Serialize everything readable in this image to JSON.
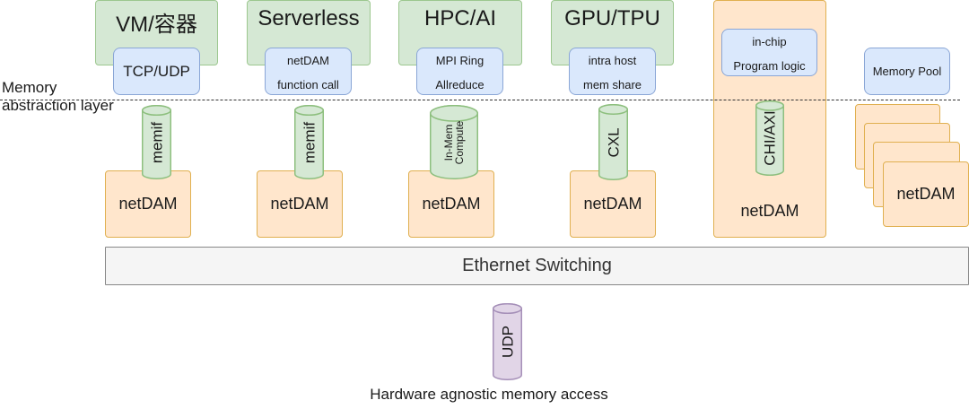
{
  "side_label": "Memory\nabstraction layer",
  "side_label_lines": [
    "Memory",
    "abstraction layer"
  ],
  "colors": {
    "app_fill": "#d5e8d4",
    "interface_fill": "#dae8fc",
    "netdam_fill": "#ffe6cc",
    "cylinder_fill": "#d5e8d4",
    "udp_fill": "#e1d5e7",
    "ethernet_fill": "#f5f5f5"
  },
  "columns": [
    {
      "app": "VM/容器",
      "interface_lines": [
        "TCP/UDP"
      ],
      "memory_interface_lines": [
        "memif"
      ],
      "node": "netDAM"
    },
    {
      "app": "Serverless",
      "interface_lines": [
        "netDAM",
        "function call"
      ],
      "memory_interface_lines": [
        "memif"
      ],
      "node": "netDAM"
    },
    {
      "app": "HPC/AI",
      "interface_lines": [
        "MPI Ring",
        "Allreduce"
      ],
      "memory_interface_lines": [
        "In-Mem",
        "Compute"
      ],
      "node": "netDAM"
    },
    {
      "app": "GPU/TPU",
      "interface_lines": [
        "intra host",
        "mem share"
      ],
      "memory_interface_lines": [
        "CXL"
      ],
      "node": "netDAM"
    }
  ],
  "in_chip": {
    "interface_lines": [
      "in-chip",
      "Program logic"
    ],
    "memory_interface": "CHI/AXI",
    "node": "netDAM"
  },
  "memory_pool": {
    "label": "Memory Pool",
    "node": "netDAM"
  },
  "ethernet": "Ethernet Switching",
  "transport": "UDP",
  "caption": "Hardware agnostic memory access"
}
